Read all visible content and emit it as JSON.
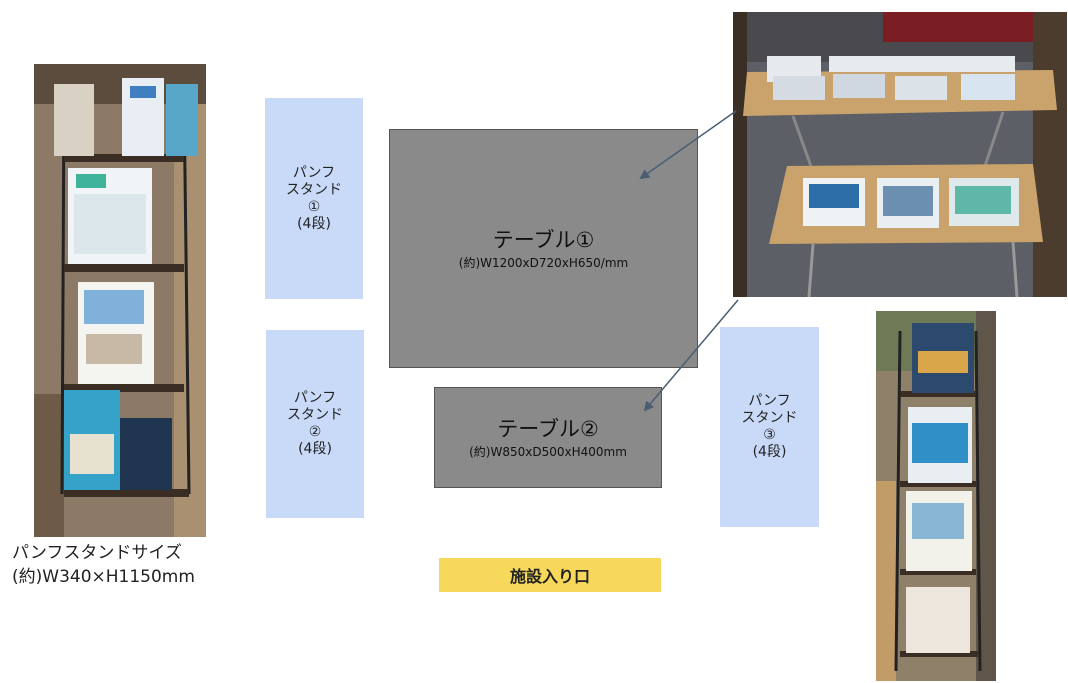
{
  "stands": [
    {
      "id": "stand-1",
      "lines": [
        "パンフ",
        "スタンド",
        "①",
        "(4段)"
      ]
    },
    {
      "id": "stand-2",
      "lines": [
        "パンフ",
        "スタンド",
        "②",
        "(4段)"
      ]
    },
    {
      "id": "stand-3",
      "lines": [
        "パンフ",
        "スタンド",
        "③",
        "(4段)"
      ]
    }
  ],
  "tables": [
    {
      "name": "テーブル①",
      "dimensions": "(約)W1200xD720xH650/mm"
    },
    {
      "name": "テーブル②",
      "dimensions": "(約)W850xD500xH400mm"
    }
  ],
  "stand_size": {
    "title": "パンフスタンドサイズ",
    "dimensions": "(約)W340×H1150mm"
  },
  "entrance": {
    "label": "施設入り口"
  },
  "colors": {
    "stand_fill": "#c9daf8",
    "table_fill": "#8a8a8a",
    "entrance_fill": "#f7d85b",
    "arrow": "#4a5e73"
  },
  "photos": [
    {
      "name": "pamphlet-stand-photo-left"
    },
    {
      "name": "tables-photo"
    },
    {
      "name": "pamphlet-stand-photo-right"
    }
  ]
}
